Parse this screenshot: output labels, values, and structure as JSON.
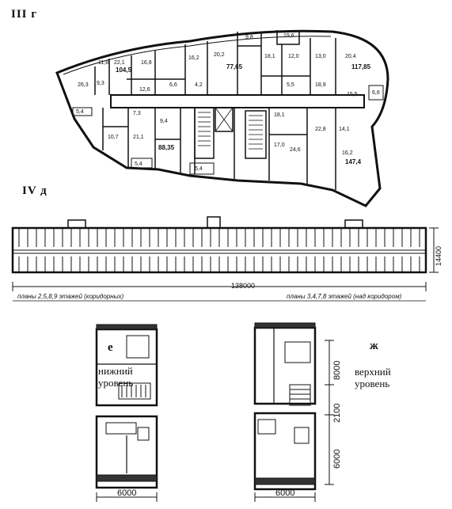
{
  "sections": {
    "s3": "III г",
    "s4": "IV д",
    "e": "е",
    "zh": "ж"
  },
  "plan3": {
    "apartment_areas": [
      "104,5",
      "77,65",
      "117,85",
      "88,35",
      "147,4"
    ],
    "room_areas": [
      "9,8",
      "19,6",
      "11,8",
      "22,1",
      "16,8",
      "16,2",
      "20,2",
      "18,1",
      "12,0",
      "13,0",
      "20,4",
      "26,3",
      "9,3",
      "12,6",
      "6,6",
      "4,2",
      "5,5",
      "18,9",
      "15,5",
      "6,6",
      "5,4",
      "10,7",
      "21,1",
      "7,3",
      "9,4",
      "18,1",
      "17,0",
      "24,6",
      "22,8",
      "14,1",
      "16,2",
      "5,4",
      "5,4"
    ]
  },
  "plan4": {
    "length_dim": "138000",
    "depth_dim": "14400",
    "left_note": "планы 2,5,8,9 этажей (коридорных)",
    "right_note": "планы 3,4,7,8 этажей (над коридором)"
  },
  "duplex": {
    "lower_label": "нижний уровень",
    "upper_label": "верхний уровень",
    "width_left": "6000",
    "width_right": "6000",
    "dim_top": "8000",
    "dim_mid": "2100",
    "dim_bottom": "6000"
  }
}
